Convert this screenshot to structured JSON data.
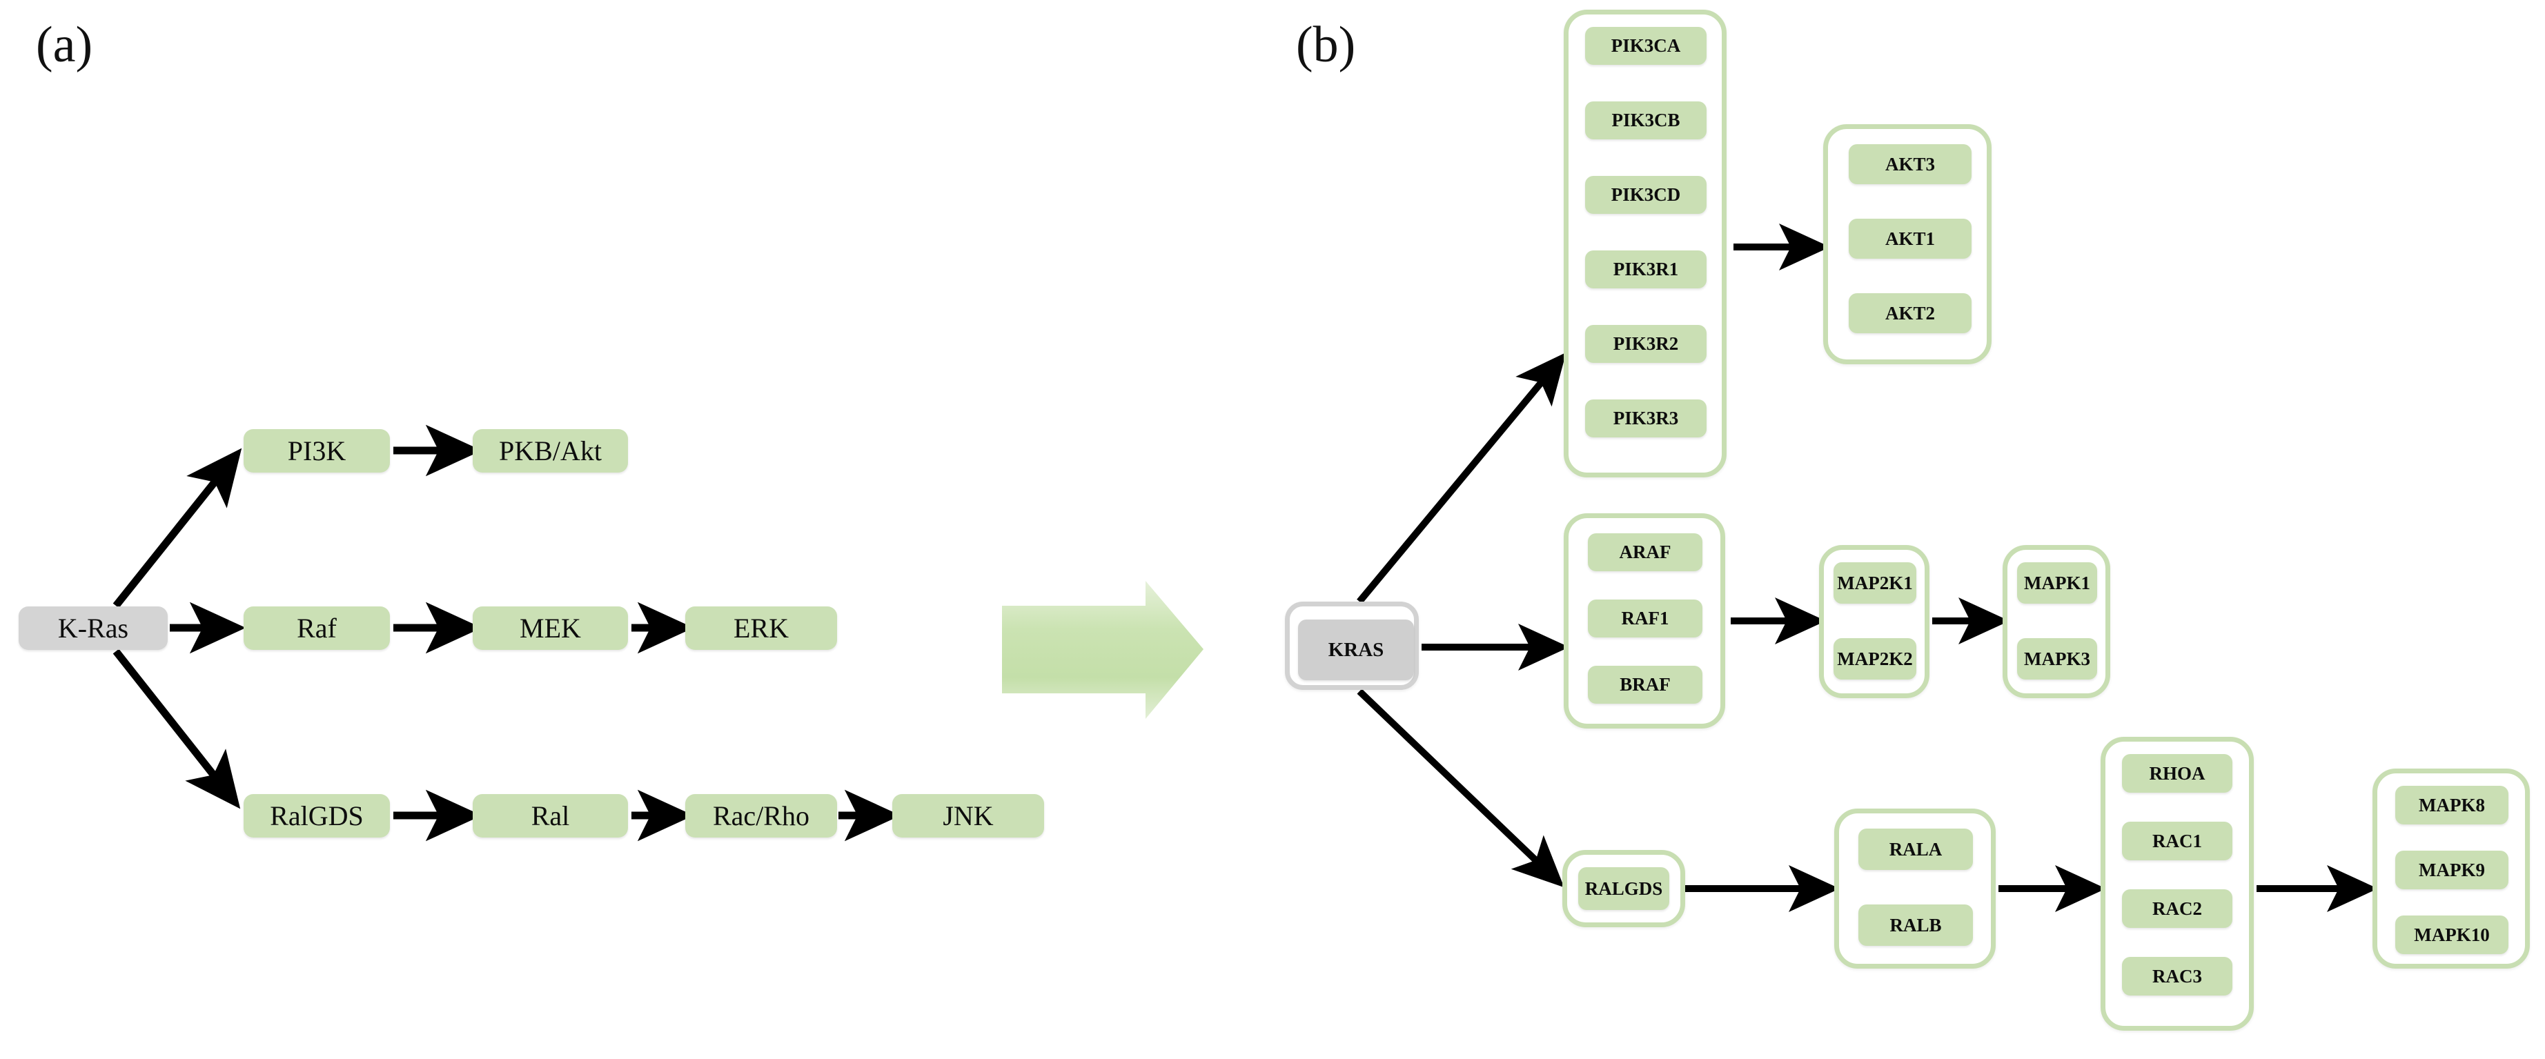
{
  "figure": {
    "panel_a_label": "(a)",
    "panel_b_label": "(b)",
    "colors": {
      "node_green": "#cbe0b5",
      "node_gray": "#d4d4d4",
      "group_border_green": "#c8deb2",
      "group_border_gray": "#d2d2d2",
      "arrow_black": "#000000",
      "transition_arrow_green": "#cbe3b2",
      "background": "#ffffff"
    },
    "transition_arrow": "big-right-arrow"
  },
  "panel_a": {
    "label": "(a)",
    "root": {
      "label": "K-Ras"
    },
    "branches": [
      {
        "name": "pi3k-branch",
        "nodes": [
          {
            "label": "PI3K"
          },
          {
            "label": "PKB/Akt"
          }
        ]
      },
      {
        "name": "raf-branch",
        "nodes": [
          {
            "label": "Raf"
          },
          {
            "label": "MEK"
          },
          {
            "label": "ERK"
          }
        ]
      },
      {
        "name": "ralgds-branch",
        "nodes": [
          {
            "label": "RalGDS"
          },
          {
            "label": "Ral"
          },
          {
            "label": "Rac/Rho"
          },
          {
            "label": "JNK"
          }
        ]
      }
    ]
  },
  "panel_b": {
    "label": "(b)",
    "root": {
      "label": "KRAS"
    },
    "branches": [
      {
        "name": "pi3k-akt-branch",
        "groups": [
          {
            "name": "pi3k-group",
            "genes": [
              "PIK3CA",
              "PIK3CB",
              "PIK3CD",
              "PIK3R1",
              "PIK3R2",
              "PIK3R3"
            ]
          },
          {
            "name": "akt-group",
            "genes": [
              "AKT3",
              "AKT1",
              "AKT2"
            ]
          }
        ]
      },
      {
        "name": "raf-mapk-branch",
        "groups": [
          {
            "name": "raf-group",
            "genes": [
              "ARAF",
              "RAF1",
              "BRAF"
            ]
          },
          {
            "name": "map2k-group",
            "genes": [
              "MAP2K1",
              "MAP2K2"
            ]
          },
          {
            "name": "mapk-group",
            "genes": [
              "MAPK1",
              "MAPK3"
            ]
          }
        ]
      },
      {
        "name": "ralgds-jnk-branch",
        "groups": [
          {
            "name": "ralgds-group",
            "genes": [
              "RALGDS"
            ]
          },
          {
            "name": "ral-group",
            "genes": [
              "RALA",
              "RALB"
            ]
          },
          {
            "name": "rho-rac-group",
            "genes": [
              "RHOA",
              "RAC1",
              "RAC2",
              "RAC3"
            ]
          },
          {
            "name": "jnk-group",
            "genes": [
              "MAPK8",
              "MAPK9",
              "MAPK10"
            ]
          }
        ]
      }
    ]
  }
}
